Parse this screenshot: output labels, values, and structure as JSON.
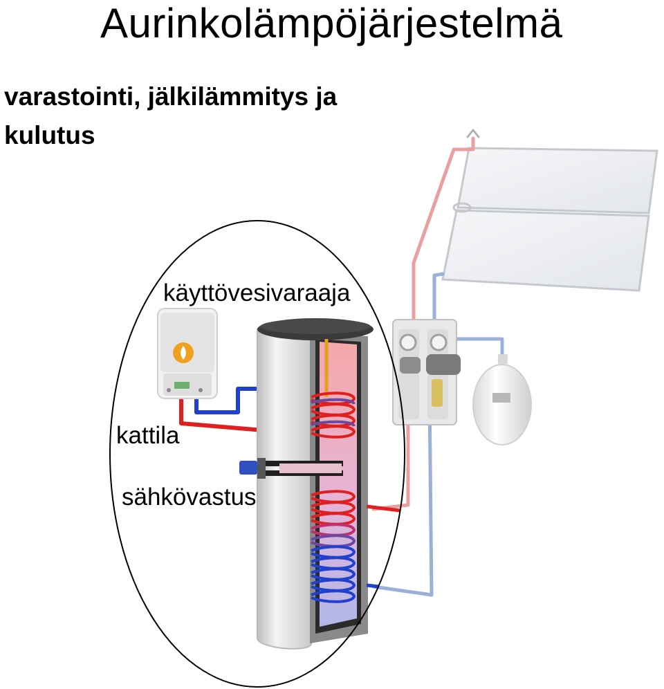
{
  "title": "Aurinkolämpöjärjestelmä",
  "subtitle": "varastointi, jälkilämmitys ja kulutus",
  "labels": {
    "tank": "käyttövesivaraaja",
    "boiler": "kattila",
    "heater": "sähkövastus"
  },
  "colors": {
    "hot_pipe": "#e02020",
    "cold_pipe": "#2040d0",
    "solar_hot_pipe": "#e8a0a0",
    "solar_cold_pipe": "#9ab0d8",
    "tank_shell": "#e0e0e0",
    "tank_cap": "#3a3a3a",
    "insulation": "#8a8a8a",
    "collector": "#eef0f3"
  }
}
